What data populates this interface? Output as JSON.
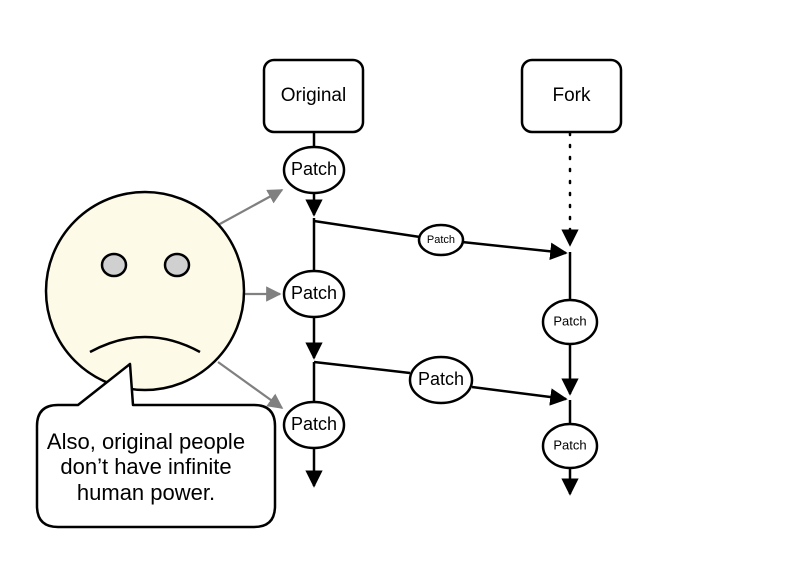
{
  "diagram": {
    "boxes": {
      "original": "Original",
      "fork": "Fork"
    },
    "patches": {
      "original_1": "Patch",
      "original_2": "Patch",
      "original_3": "Patch",
      "merge_1": "Patch",
      "merge_2": "Patch",
      "fork_1": "Patch",
      "fork_2": "Patch"
    },
    "speech_bubble": {
      "line_1": "Also, original people",
      "line_2": "don’t have infinite",
      "line_3": "human power."
    },
    "colors": {
      "stroke": "#000000",
      "face_fill": "#fdfae8",
      "eye_fill": "#d0d0d0",
      "arrow_gray": "#808080"
    }
  }
}
